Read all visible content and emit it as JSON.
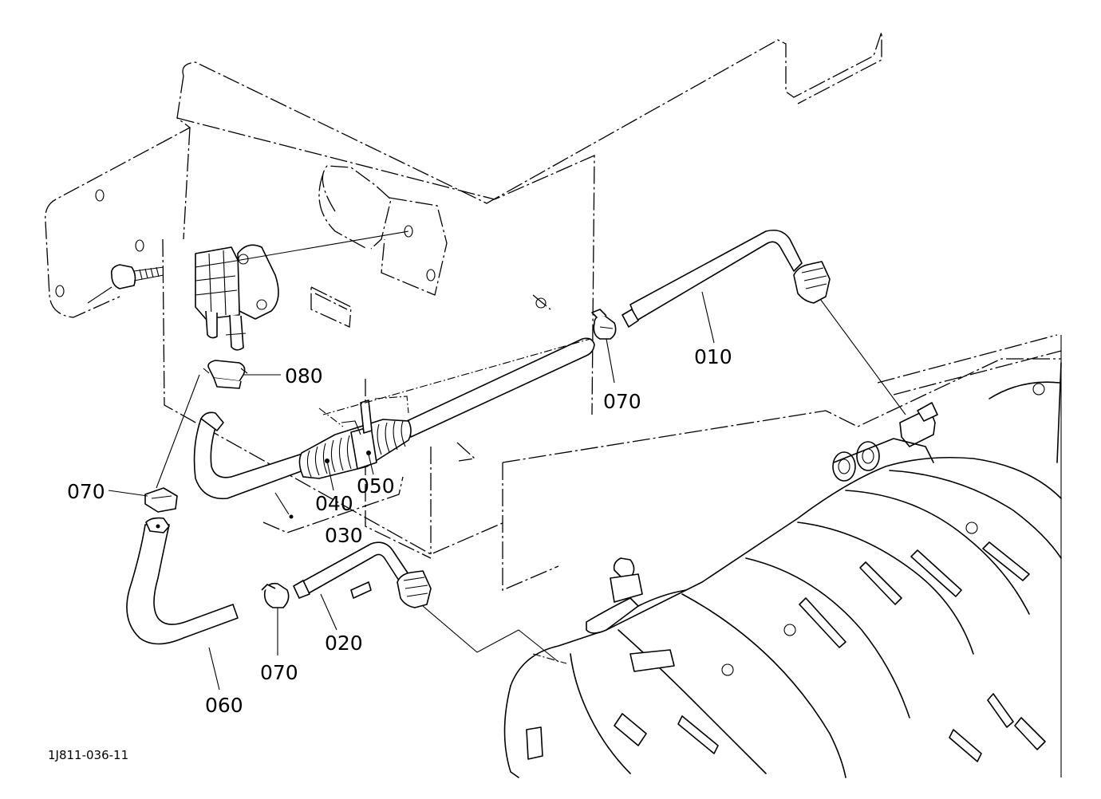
{
  "figure_id": "1J811-036-11",
  "callouts": [
    {
      "id": "010",
      "label": "010"
    },
    {
      "id": "020",
      "label": "020"
    },
    {
      "id": "030",
      "label": "030"
    },
    {
      "id": "040",
      "label": "040"
    },
    {
      "id": "050",
      "label": "050"
    },
    {
      "id": "060",
      "label": "060"
    },
    {
      "id": "070a",
      "label": "070"
    },
    {
      "id": "070b",
      "label": "070"
    },
    {
      "id": "070c",
      "label": "070"
    },
    {
      "id": "080",
      "label": "080"
    }
  ]
}
